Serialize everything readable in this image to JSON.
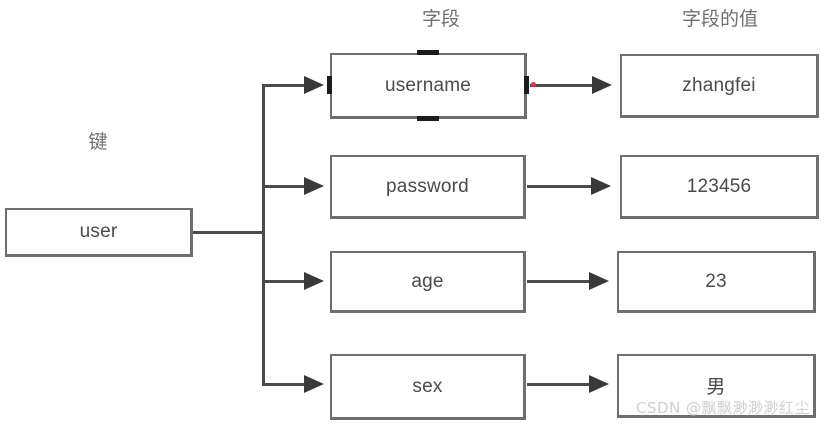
{
  "headings": {
    "key": "键",
    "field": "字段",
    "value": "字段的值"
  },
  "root": {
    "label": "user"
  },
  "rows": [
    {
      "field": "username",
      "value": "zhangfei"
    },
    {
      "field": "password",
      "value": "123456"
    },
    {
      "field": "age",
      "value": "23"
    },
    {
      "field": "sex",
      "value": "男"
    }
  ],
  "watermark": "CSDN @飘飘渺渺渺红尘",
  "colors": {
    "box_border": "#6d6e70",
    "line": "#4a4b4d",
    "arrow": "#38393b",
    "text": "#4a4b4d",
    "heading_text": "#6f7072",
    "handle": "#1b1c1e",
    "endpoint_dot": "#e8334a",
    "background": "#ffffff",
    "watermark": "#cfd0d2"
  }
}
